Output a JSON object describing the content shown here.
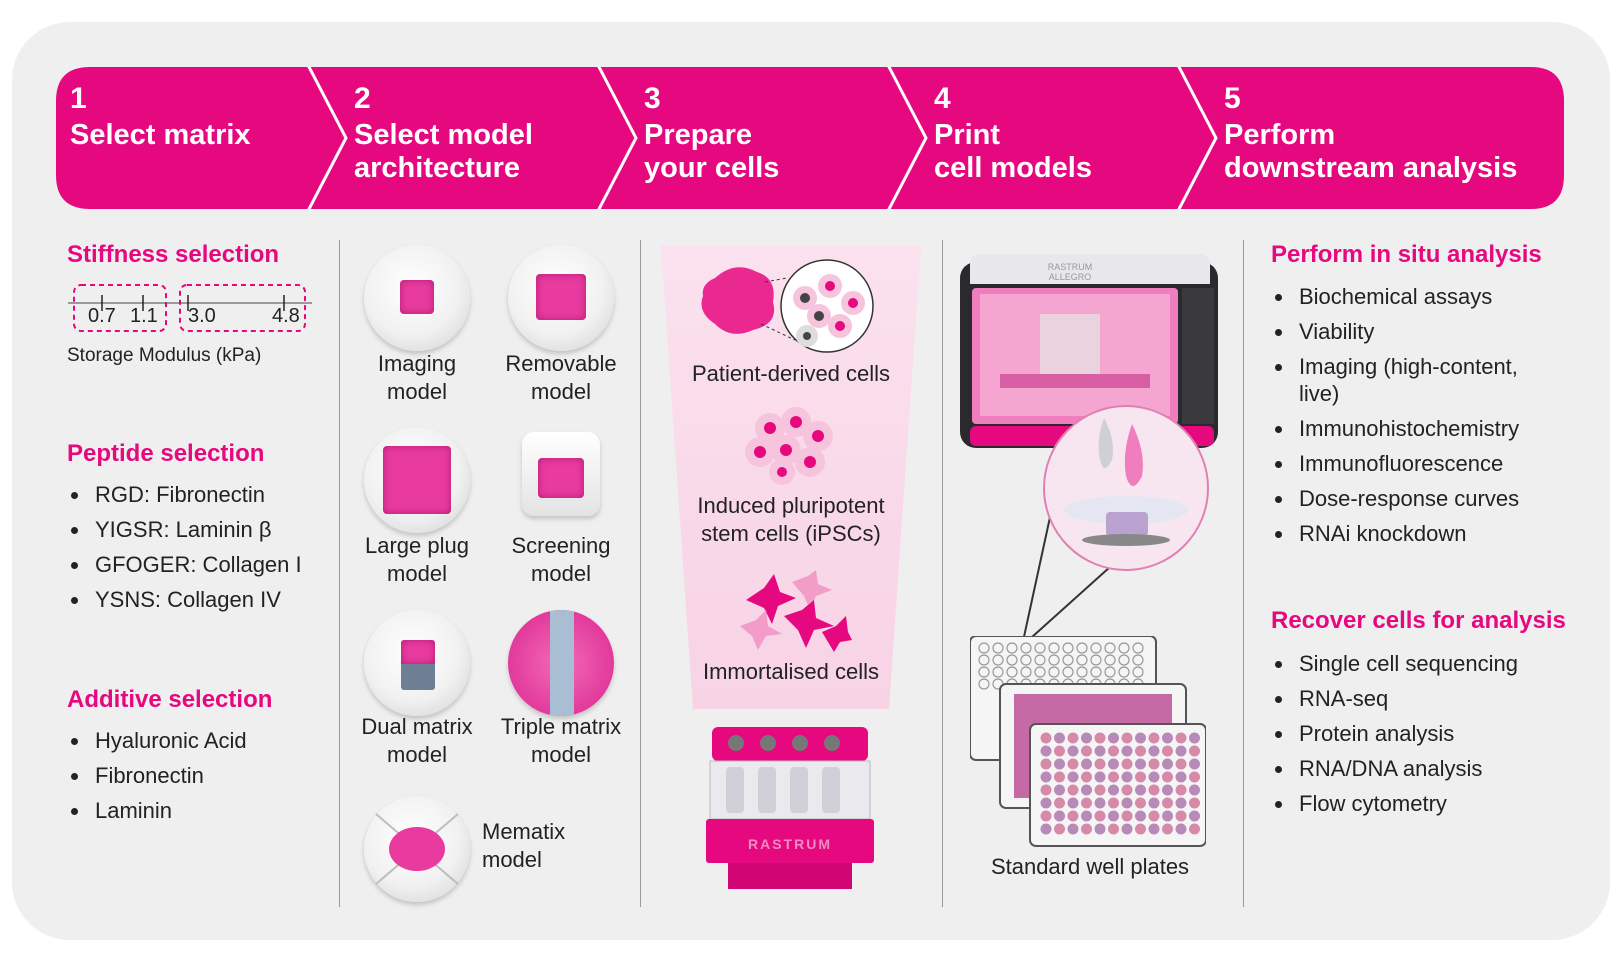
{
  "colors": {
    "brand_pink": "#e6087f",
    "panel": "#efefef",
    "divider": "#9b9b9b"
  },
  "steps": [
    {
      "num": "1",
      "title_l1": "Select matrix",
      "title_l2": ""
    },
    {
      "num": "2",
      "title_l1": "Select model",
      "title_l2": "architecture"
    },
    {
      "num": "3",
      "title_l1": "Prepare",
      "title_l2": "your cells"
    },
    {
      "num": "4",
      "title_l1": "Print",
      "title_l2": "cell models"
    },
    {
      "num": "5",
      "title_l1": "Perform",
      "title_l2": "downstream analysis"
    }
  ],
  "col1": {
    "stiffness_heading": "Stiffness selection",
    "ticks": [
      "0.7",
      "1.1",
      "3.0",
      "4.8"
    ],
    "axis_label": "Storage Modulus (kPa)",
    "peptide_heading": "Peptide selection",
    "peptides": [
      "RGD: Fibronectin",
      "YIGSR: Laminin β",
      "GFOGER: Collagen I",
      "YSNS: Collagen IV"
    ],
    "additive_heading": "Additive selection",
    "additives": [
      "Hyaluronic Acid",
      "Fibronectin",
      "Laminin"
    ]
  },
  "col2": {
    "models": [
      {
        "l1": "Imaging",
        "l2": "model"
      },
      {
        "l1": "Removable",
        "l2": "model"
      },
      {
        "l1": "Large plug",
        "l2": "model"
      },
      {
        "l1": "Screening",
        "l2": "model"
      },
      {
        "l1": "Dual matrix",
        "l2": "model"
      },
      {
        "l1": "Triple matrix",
        "l2": "model"
      },
      {
        "l1": "Mematix",
        "l2": "model"
      }
    ]
  },
  "col3": {
    "cell_types": [
      {
        "l1": "Patient-derived cells",
        "l2": ""
      },
      {
        "l1": "Induced pluripotent",
        "l2": "stem cells (iPSCs)"
      },
      {
        "l1": "Immortalised cells",
        "l2": ""
      }
    ],
    "cartridge_brand": "RASTRUM"
  },
  "col4": {
    "printer_brand_l1": "RASTRUM",
    "printer_brand_l2": "ALLEGRO",
    "plates_caption": "Standard well plates"
  },
  "col5": {
    "insitu_heading": "Perform in situ analysis",
    "insitu": [
      "Biochemical assays",
      "Viability",
      "Imaging (high-content, live)",
      "Immunohistochemistry",
      "Immunofluorescence",
      "Dose-response curves",
      "RNAi knockdown"
    ],
    "recover_heading": "Recover cells for analysis",
    "recover": [
      "Single cell sequencing",
      "RNA-seq",
      "Protein analysis",
      "RNA/DNA analysis",
      "Flow cytometry"
    ]
  }
}
